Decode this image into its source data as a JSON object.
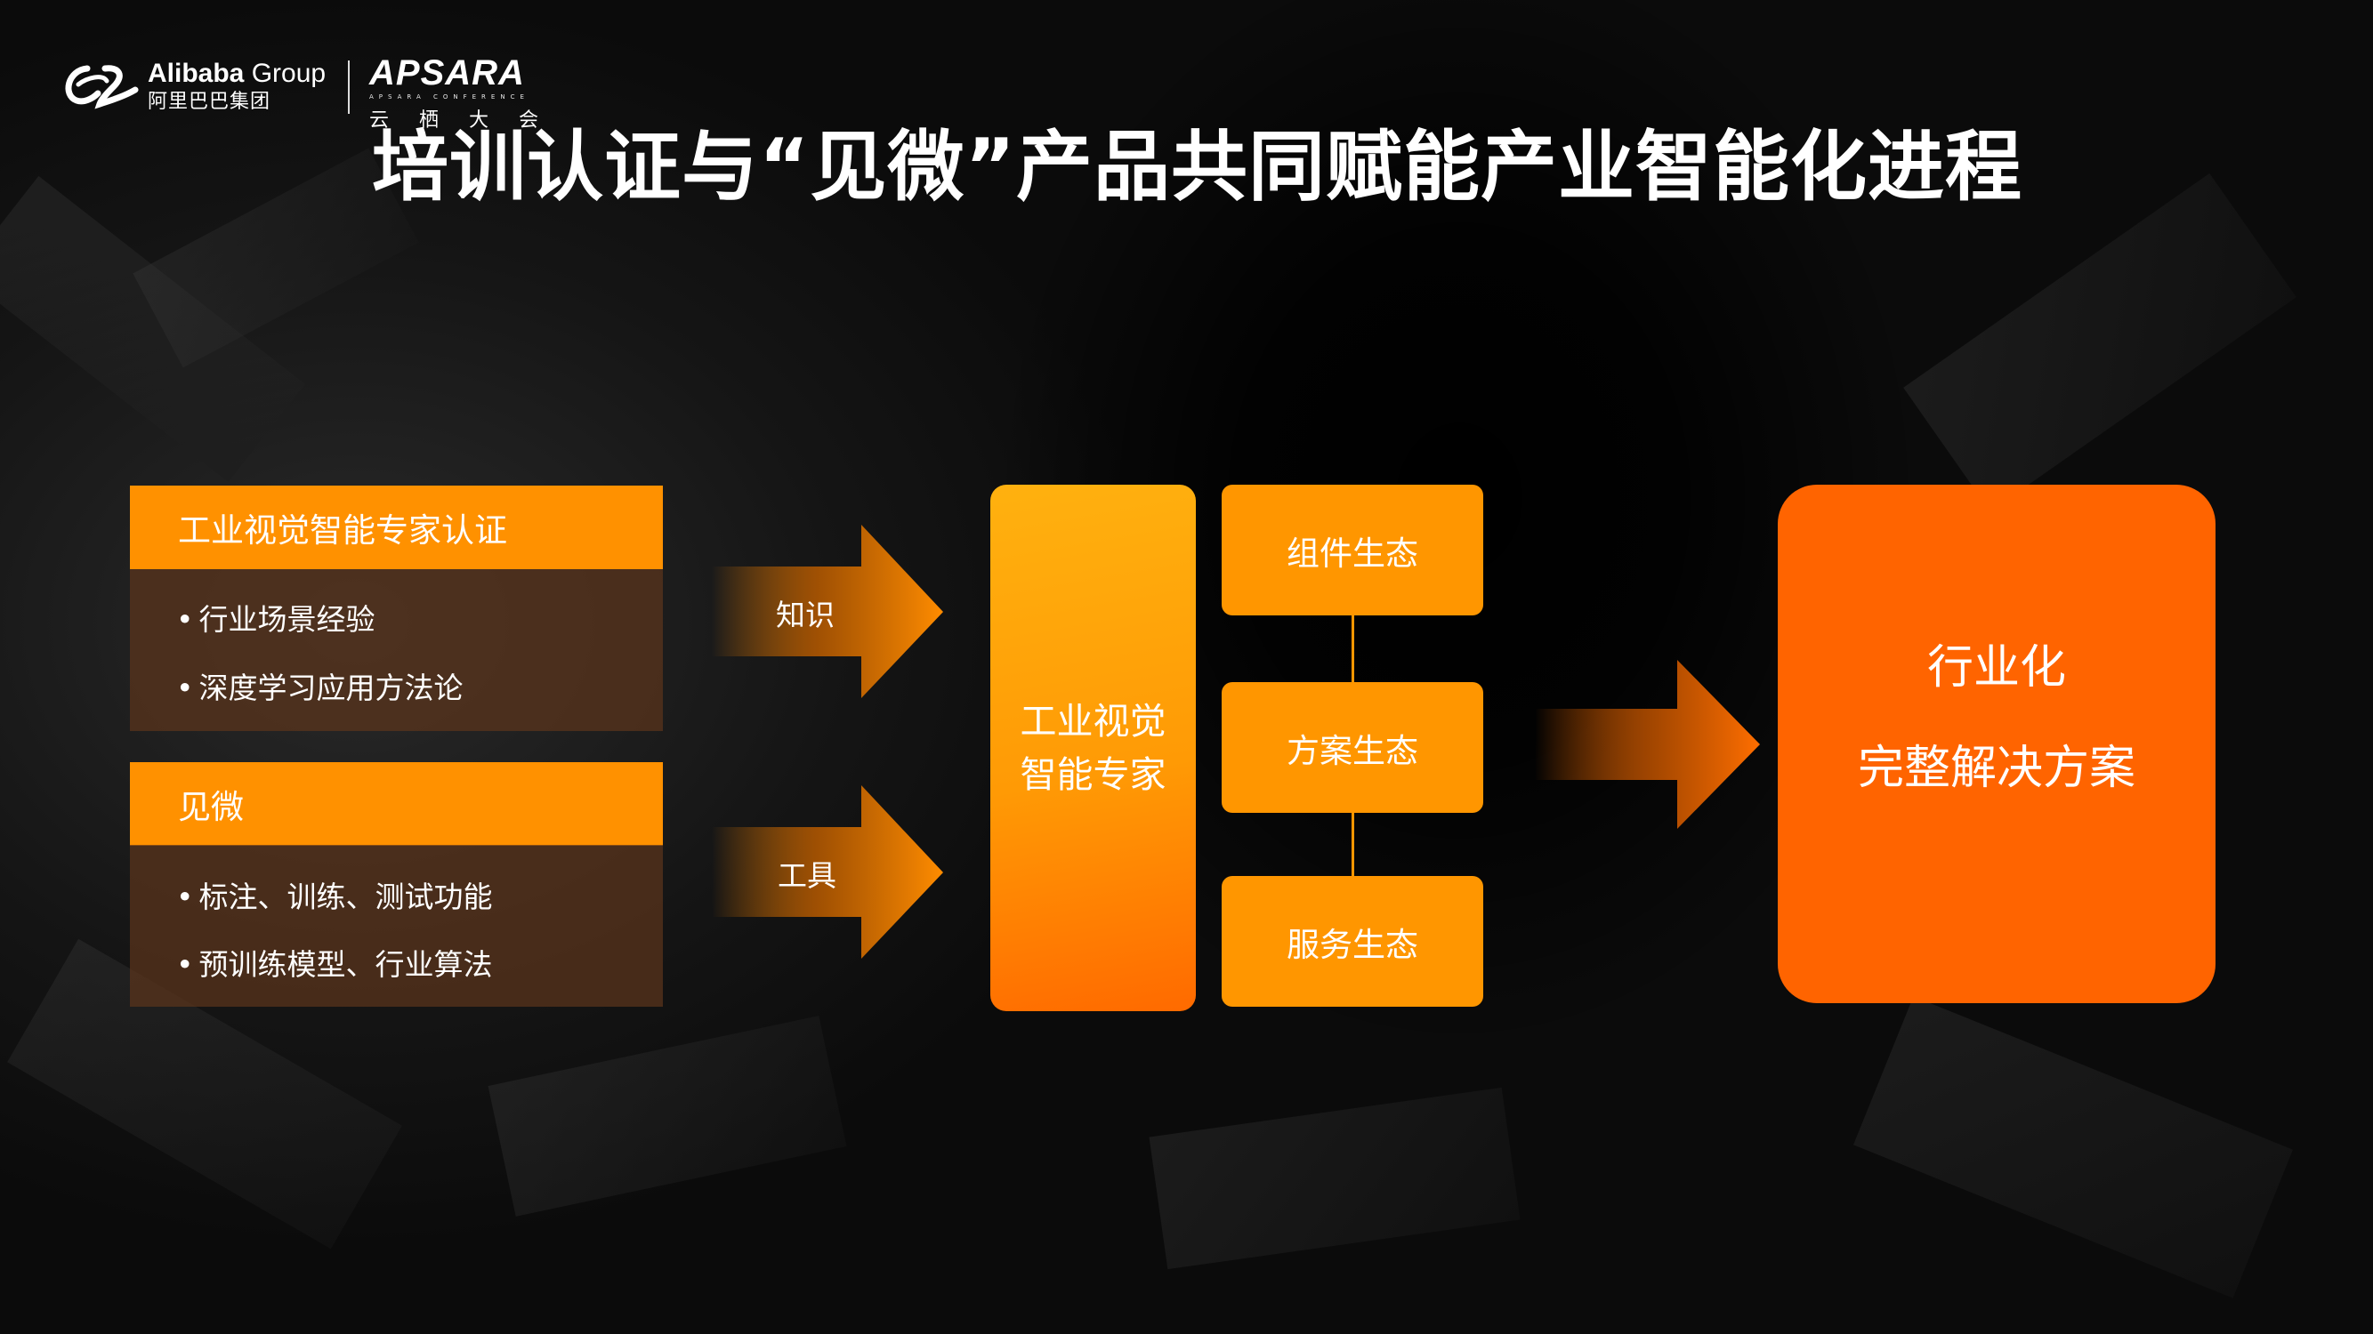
{
  "header": {
    "alibaba_en_bold": "Alibaba",
    "alibaba_en_light": " Group",
    "alibaba_cn": "阿里巴巴集团",
    "apsara_en": "APSARA",
    "apsara_sub": "APSARA CONFERENCE",
    "apsara_cn": "云栖大会"
  },
  "title": "培训认证与“见微”产品共同赋能产业智能化进程",
  "left_panels": [
    {
      "heading": "工业视觉智能专家认证",
      "bullets": [
        "行业场景经验",
        "深度学习应用方法论"
      ]
    },
    {
      "heading": "见微",
      "bullets": [
        "标注、训练、测试功能",
        "预训练模型、行业算法"
      ]
    }
  ],
  "arrows": {
    "knowledge": "知识",
    "tools": "工具"
  },
  "center": {
    "line1": "工业视觉",
    "line2": "智能专家"
  },
  "ecosystems": [
    "组件生态",
    "方案生态",
    "服务生态"
  ],
  "result": {
    "line1": "行业化",
    "line2": "完整解决方案"
  },
  "colors": {
    "orange_header": "#ff9100",
    "orange_eco": "#ff9600",
    "orange_final": "#ff6400",
    "panel_body": "#5c341c"
  }
}
